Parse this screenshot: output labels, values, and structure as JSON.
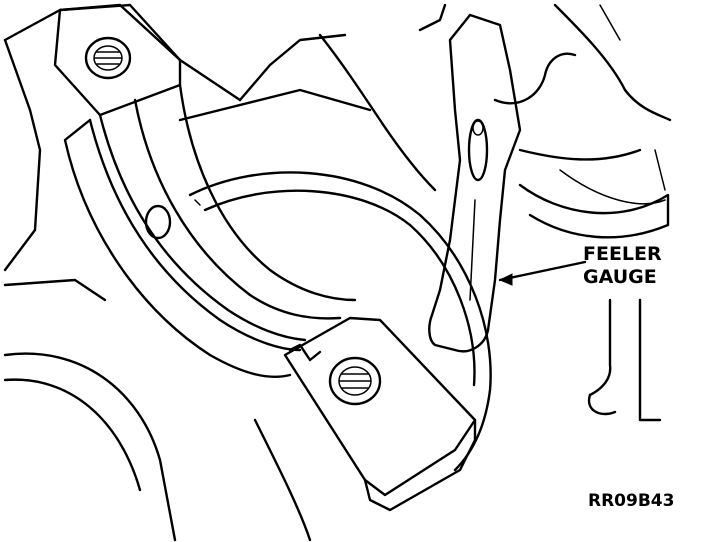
{
  "labels": {
    "feeler_line1": "FEELER",
    "feeler_line2": "GAUGE",
    "figure_code": "RR09B43"
  }
}
